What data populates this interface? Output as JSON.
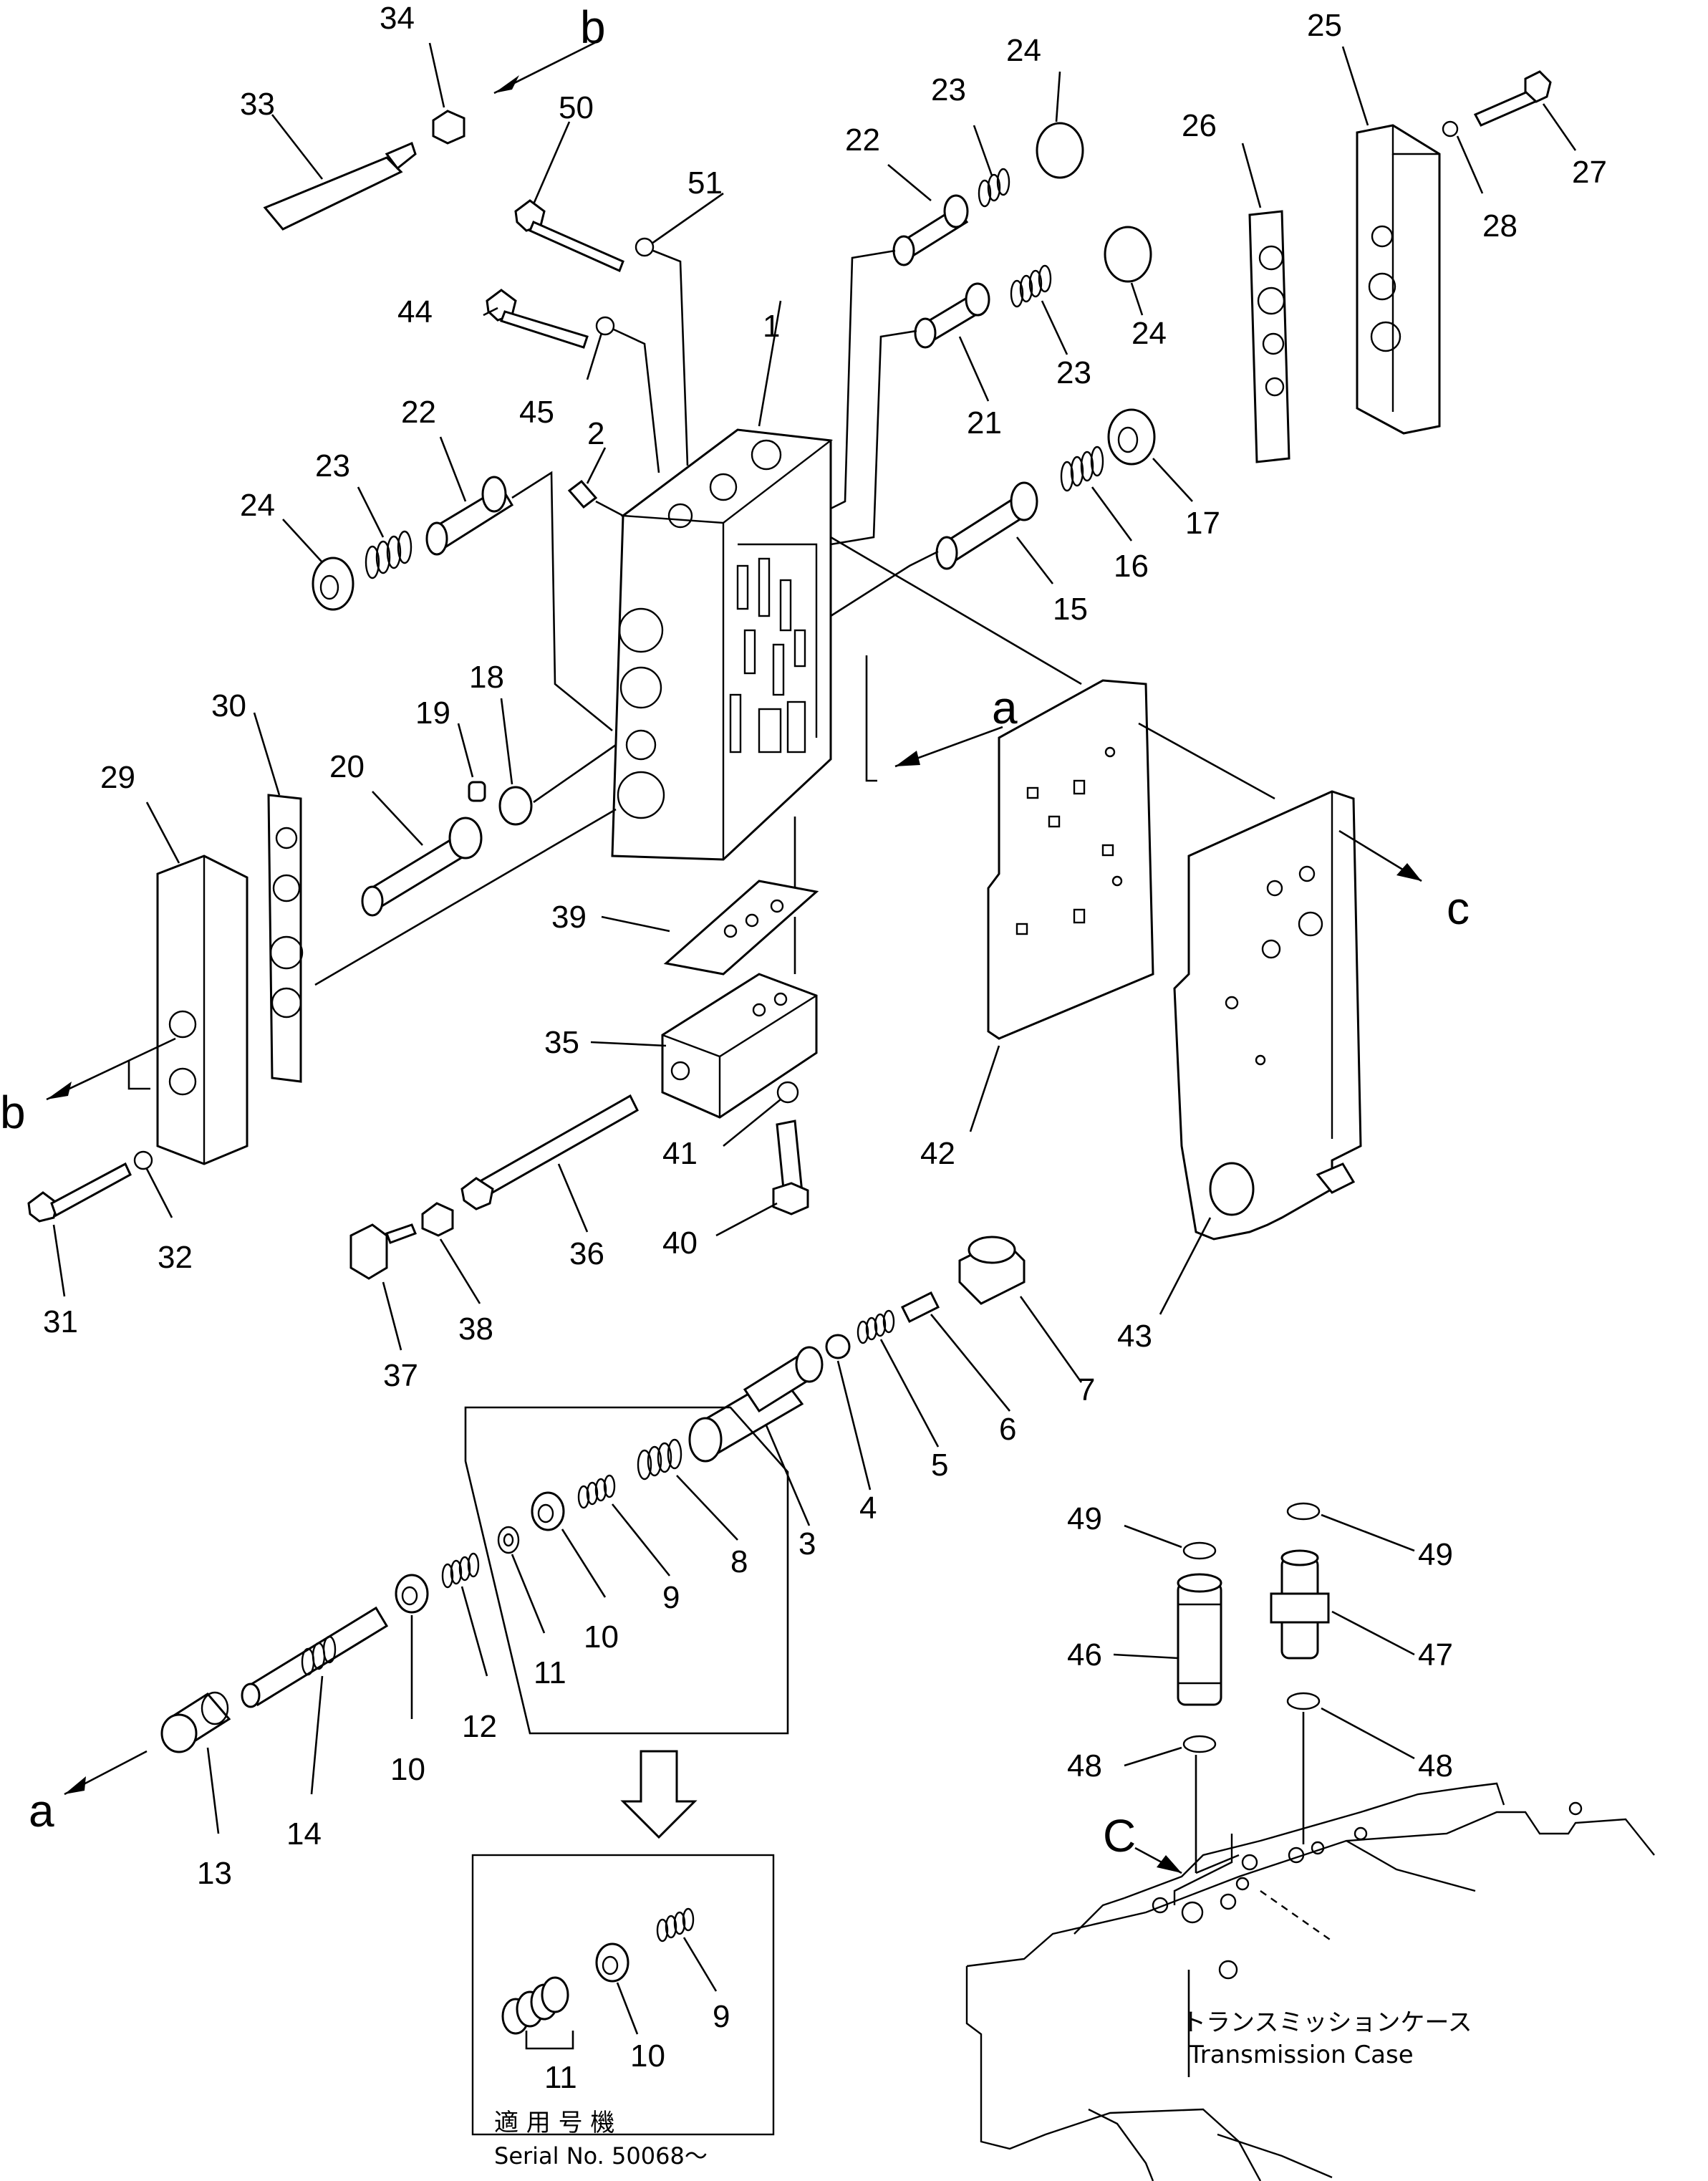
{
  "labels": {
    "n1": "1",
    "n2": "2",
    "n3": "3",
    "n4": "4",
    "n5": "5",
    "n6": "6",
    "n7": "7",
    "n8": "8",
    "n9": "9",
    "n10": "10",
    "n11": "11",
    "n12": "12",
    "n13": "13",
    "n14": "14",
    "n15": "15",
    "n16": "16",
    "n17": "17",
    "n18": "18",
    "n19": "19",
    "n20": "20",
    "n21": "21",
    "n22": "22",
    "n23": "23",
    "n24": "24",
    "n25": "25",
    "n26": "26",
    "n27": "27",
    "n28": "28",
    "n29": "29",
    "n30": "30",
    "n31": "31",
    "n32": "32",
    "n33": "33",
    "n34": "34",
    "n35": "35",
    "n36": "36",
    "n37": "37",
    "n38": "38",
    "n39": "39",
    "n40": "40",
    "n41": "41",
    "n42": "42",
    "n43": "43",
    "n44": "44",
    "n45": "45",
    "n46": "46",
    "n47": "47",
    "n48": "48",
    "n49": "49",
    "n50": "50",
    "n51": "51"
  },
  "references": {
    "a": "a",
    "b": "b",
    "c": "c",
    "C": "C"
  },
  "inset": {
    "serial_jp": "適 用 号 機",
    "serial_en": "Serial No. 50068～"
  },
  "transmission_case": {
    "label_jp": "トランスミッションケース",
    "label_en": "Transmission Case"
  }
}
